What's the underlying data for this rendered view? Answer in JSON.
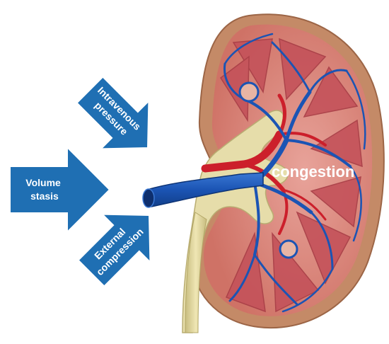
{
  "arrows": [
    {
      "id": "intravenous",
      "lines": [
        "Intravenous",
        "pressure"
      ]
    },
    {
      "id": "volume",
      "lines": [
        "Volume",
        "stasis"
      ]
    },
    {
      "id": "external",
      "lines": [
        "External",
        "compression"
      ]
    }
  ],
  "kidney": {
    "label": "congestion"
  },
  "colors": {
    "arrow_fill": "#1f6fb3",
    "arrow_stroke": "#ffffff",
    "kidney_capsule": "#c98a6b",
    "cortex": "#d9817d",
    "medulla": "#c95a5e",
    "pelvis": "#e6ddaa",
    "artery": "#cc1f2b",
    "vein": "#1b54b4",
    "ureter": "#d9cf93"
  }
}
